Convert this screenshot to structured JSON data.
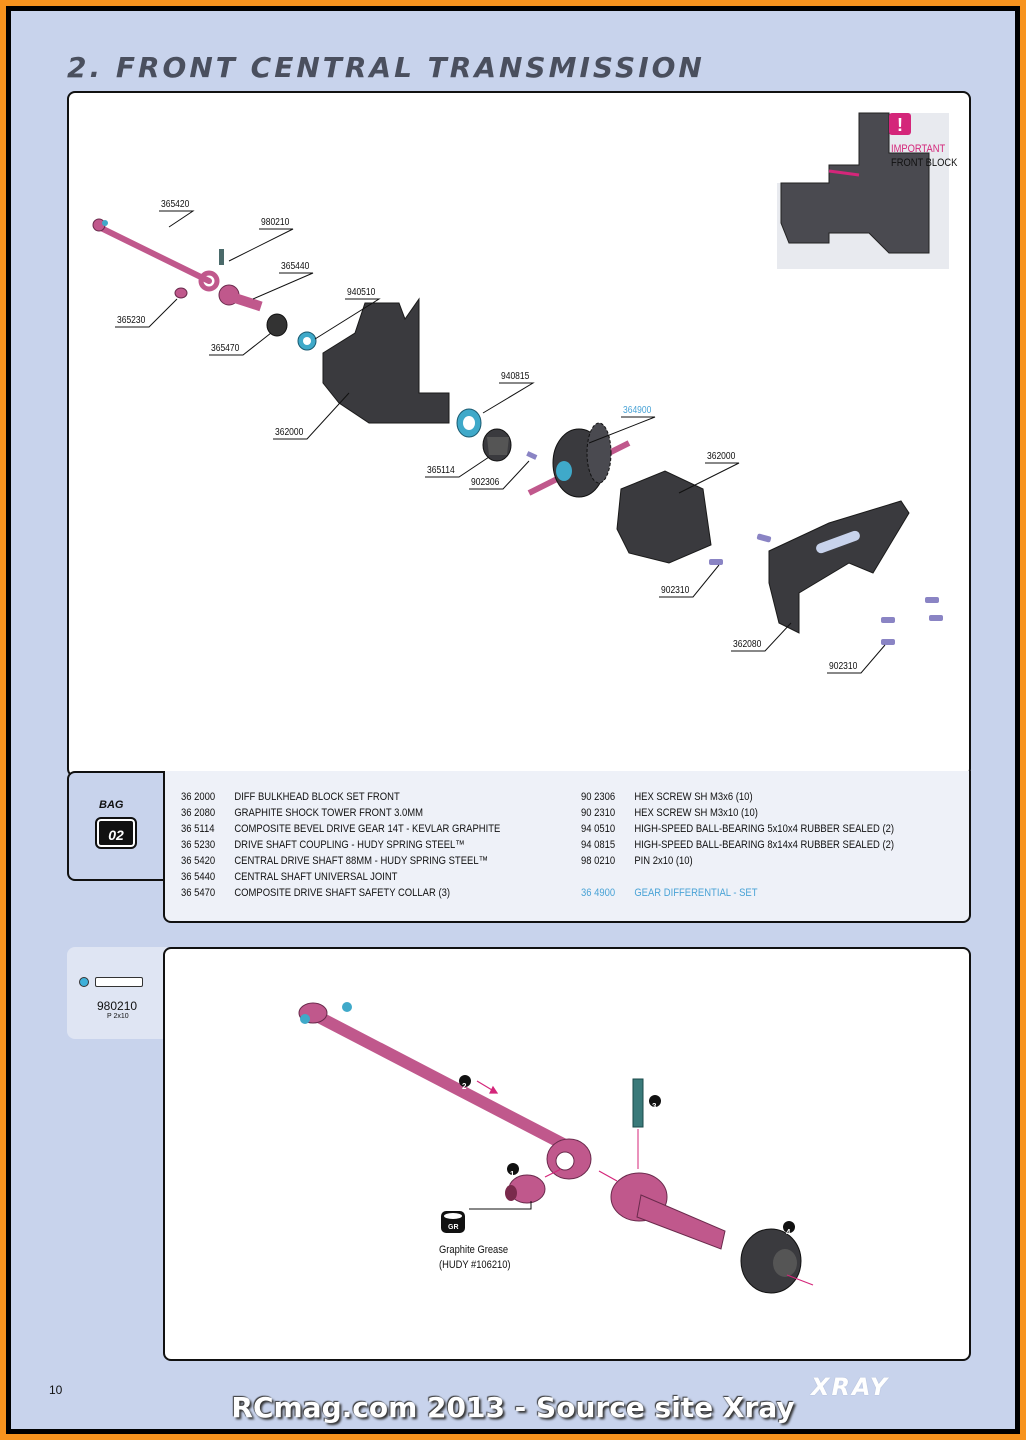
{
  "page": {
    "title": "2. FRONT CENTRAL TRANSMISSION",
    "page_number": "10",
    "logo": "XRAY",
    "watermark": "RCmag.com 2013 - Source site Xray"
  },
  "important": {
    "label_line1": "IMPORTANT",
    "label_line2": "FRONT BLOCK"
  },
  "exploded_labels": [
    {
      "id": "365420",
      "text": "365420"
    },
    {
      "id": "980210",
      "text": "980210"
    },
    {
      "id": "365440",
      "text": "365440"
    },
    {
      "id": "365230",
      "text": "365230"
    },
    {
      "id": "940510",
      "text": "940510"
    },
    {
      "id": "365470",
      "text": "365470"
    },
    {
      "id": "940815",
      "text": "940815"
    },
    {
      "id": "362000a",
      "text": "362000"
    },
    {
      "id": "364900",
      "text": "364900"
    },
    {
      "id": "362000b",
      "text": "362000"
    },
    {
      "id": "365114",
      "text": "365114"
    },
    {
      "id": "902306",
      "text": "902306"
    },
    {
      "id": "902310a",
      "text": "902310"
    },
    {
      "id": "362080",
      "text": "362080"
    },
    {
      "id": "902310b",
      "text": "902310"
    }
  ],
  "bag": {
    "label": "BAG",
    "number": "02"
  },
  "parts_left": [
    {
      "code": "36 2000",
      "desc": "DIFF BULKHEAD BLOCK SET FRONT"
    },
    {
      "code": "36 2080",
      "desc": "GRAPHITE SHOCK TOWER FRONT 3.0MM"
    },
    {
      "code": "36 5114",
      "desc": "COMPOSITE BEVEL DRIVE GEAR 14T - KEVLAR GRAPHITE"
    },
    {
      "code": "36 5230",
      "desc": "DRIVE SHAFT COUPLING  - HUDY SPRING STEEL™"
    },
    {
      "code": "36 5420",
      "desc": "CENTRAL DRIVE SHAFT 88MM - HUDY SPRING STEEL™"
    },
    {
      "code": "36 5440",
      "desc": "CENTRAL SHAFT UNIVERSAL JOINT"
    },
    {
      "code": "36 5470",
      "desc": "COMPOSITE DRIVE SHAFT SAFETY COLLAR (3)"
    }
  ],
  "parts_right": [
    {
      "code": "90 2306",
      "desc": "HEX SCREW SH M3x6  (10)"
    },
    {
      "code": "90 2310",
      "desc": "HEX SCREW  SH M3x10  (10)"
    },
    {
      "code": "94 0510",
      "desc": "HIGH-SPEED BALL-BEARING 5x10x4 RUBBER SEALED  (2)"
    },
    {
      "code": "94 0815",
      "desc": "HIGH-SPEED BALL-BEARING 8x14x4 RUBBER SEALED  (2)"
    },
    {
      "code": "98 0210",
      "desc": "PIN 2x10  (10)"
    }
  ],
  "parts_highlight": {
    "code": "36 4900",
    "desc": "GEAR DIFFERENTIAL - SET"
  },
  "pin_ref": {
    "code": "980210",
    "sub": "P 2x10"
  },
  "assembly": {
    "steps": [
      "1",
      "2",
      "3",
      "4"
    ],
    "grease_icon": "GR",
    "grease_line1": "Graphite Grease",
    "grease_line2": "(HUDY #106210)"
  },
  "colors": {
    "pink": "#c0588c",
    "dark_part": "#3a3a3e",
    "blue_bearing": "#3fa9c9",
    "screw": "#8a84c4",
    "accent": "#d4267a"
  }
}
